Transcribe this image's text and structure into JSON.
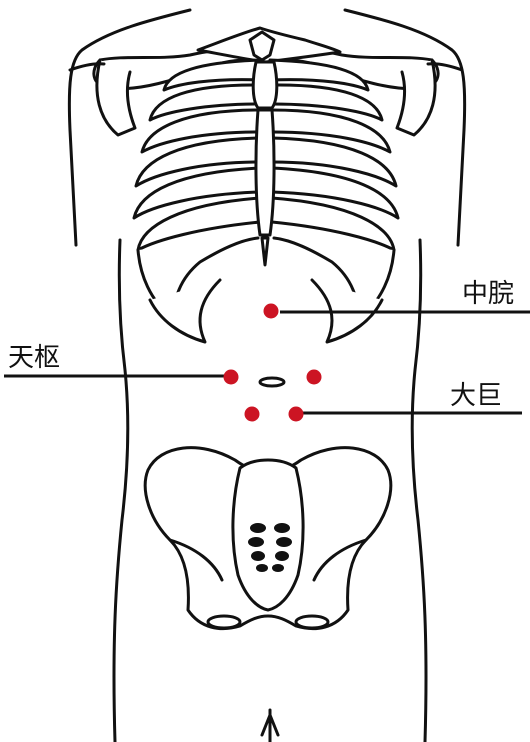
{
  "labels": {
    "zhongwan": "中脘",
    "tianshu": "天枢",
    "daju": "大巨"
  },
  "colors": {
    "acupoint": "#cc1423",
    "line": "#111111"
  }
}
